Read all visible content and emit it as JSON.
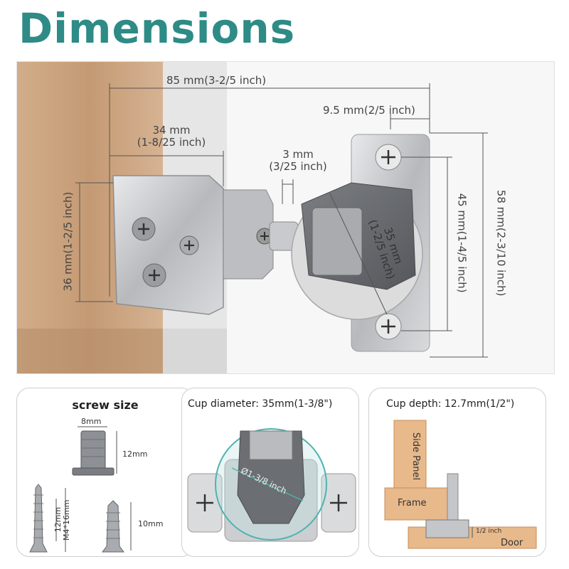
{
  "page": {
    "title": "Dimensions"
  },
  "hero": {
    "overall_width": "85 mm(3-2/5 inch)",
    "plate_offset": "9.5 mm(2/5 inch)",
    "arm_width_line1": "34 mm",
    "arm_width_line2": "(1-8/25 inch)",
    "gap_line1": "3 mm",
    "gap_line2": "(3/25 inch)",
    "arm_height": "36 mm(1-2/5 inch)",
    "cup_line1": "35 mm",
    "cup_line2": "(1-2/5 inch)",
    "screw_spacing": "45 mm(1-4/5 inch)",
    "plate_height": "58 mm(2-3/10 inch)"
  },
  "panels": {
    "screw": {
      "title": "screw size",
      "dowel_width": "8mm",
      "dowel_length": "12mm",
      "screw_length": "12mm",
      "screw_spec": "M4*16mm",
      "short_screw": "10mm"
    },
    "cup_diameter": {
      "title": "Cup diameter: 35mm(1-3/8\")",
      "circle_label": "Ø1-3/8 inch"
    },
    "cup_depth": {
      "title": "Cup depth: 12.7mm(1/2\")",
      "side_panel": "Side Panel",
      "frame": "Frame",
      "door": "Door",
      "depth": "1/2 inch"
    }
  },
  "colors": {
    "title": "#2e8b86",
    "wood": "#c9a27e",
    "metal": "#c4c6c9",
    "cup_plastic": "#6b6e72",
    "accent_circle": "#4fb3b0"
  }
}
